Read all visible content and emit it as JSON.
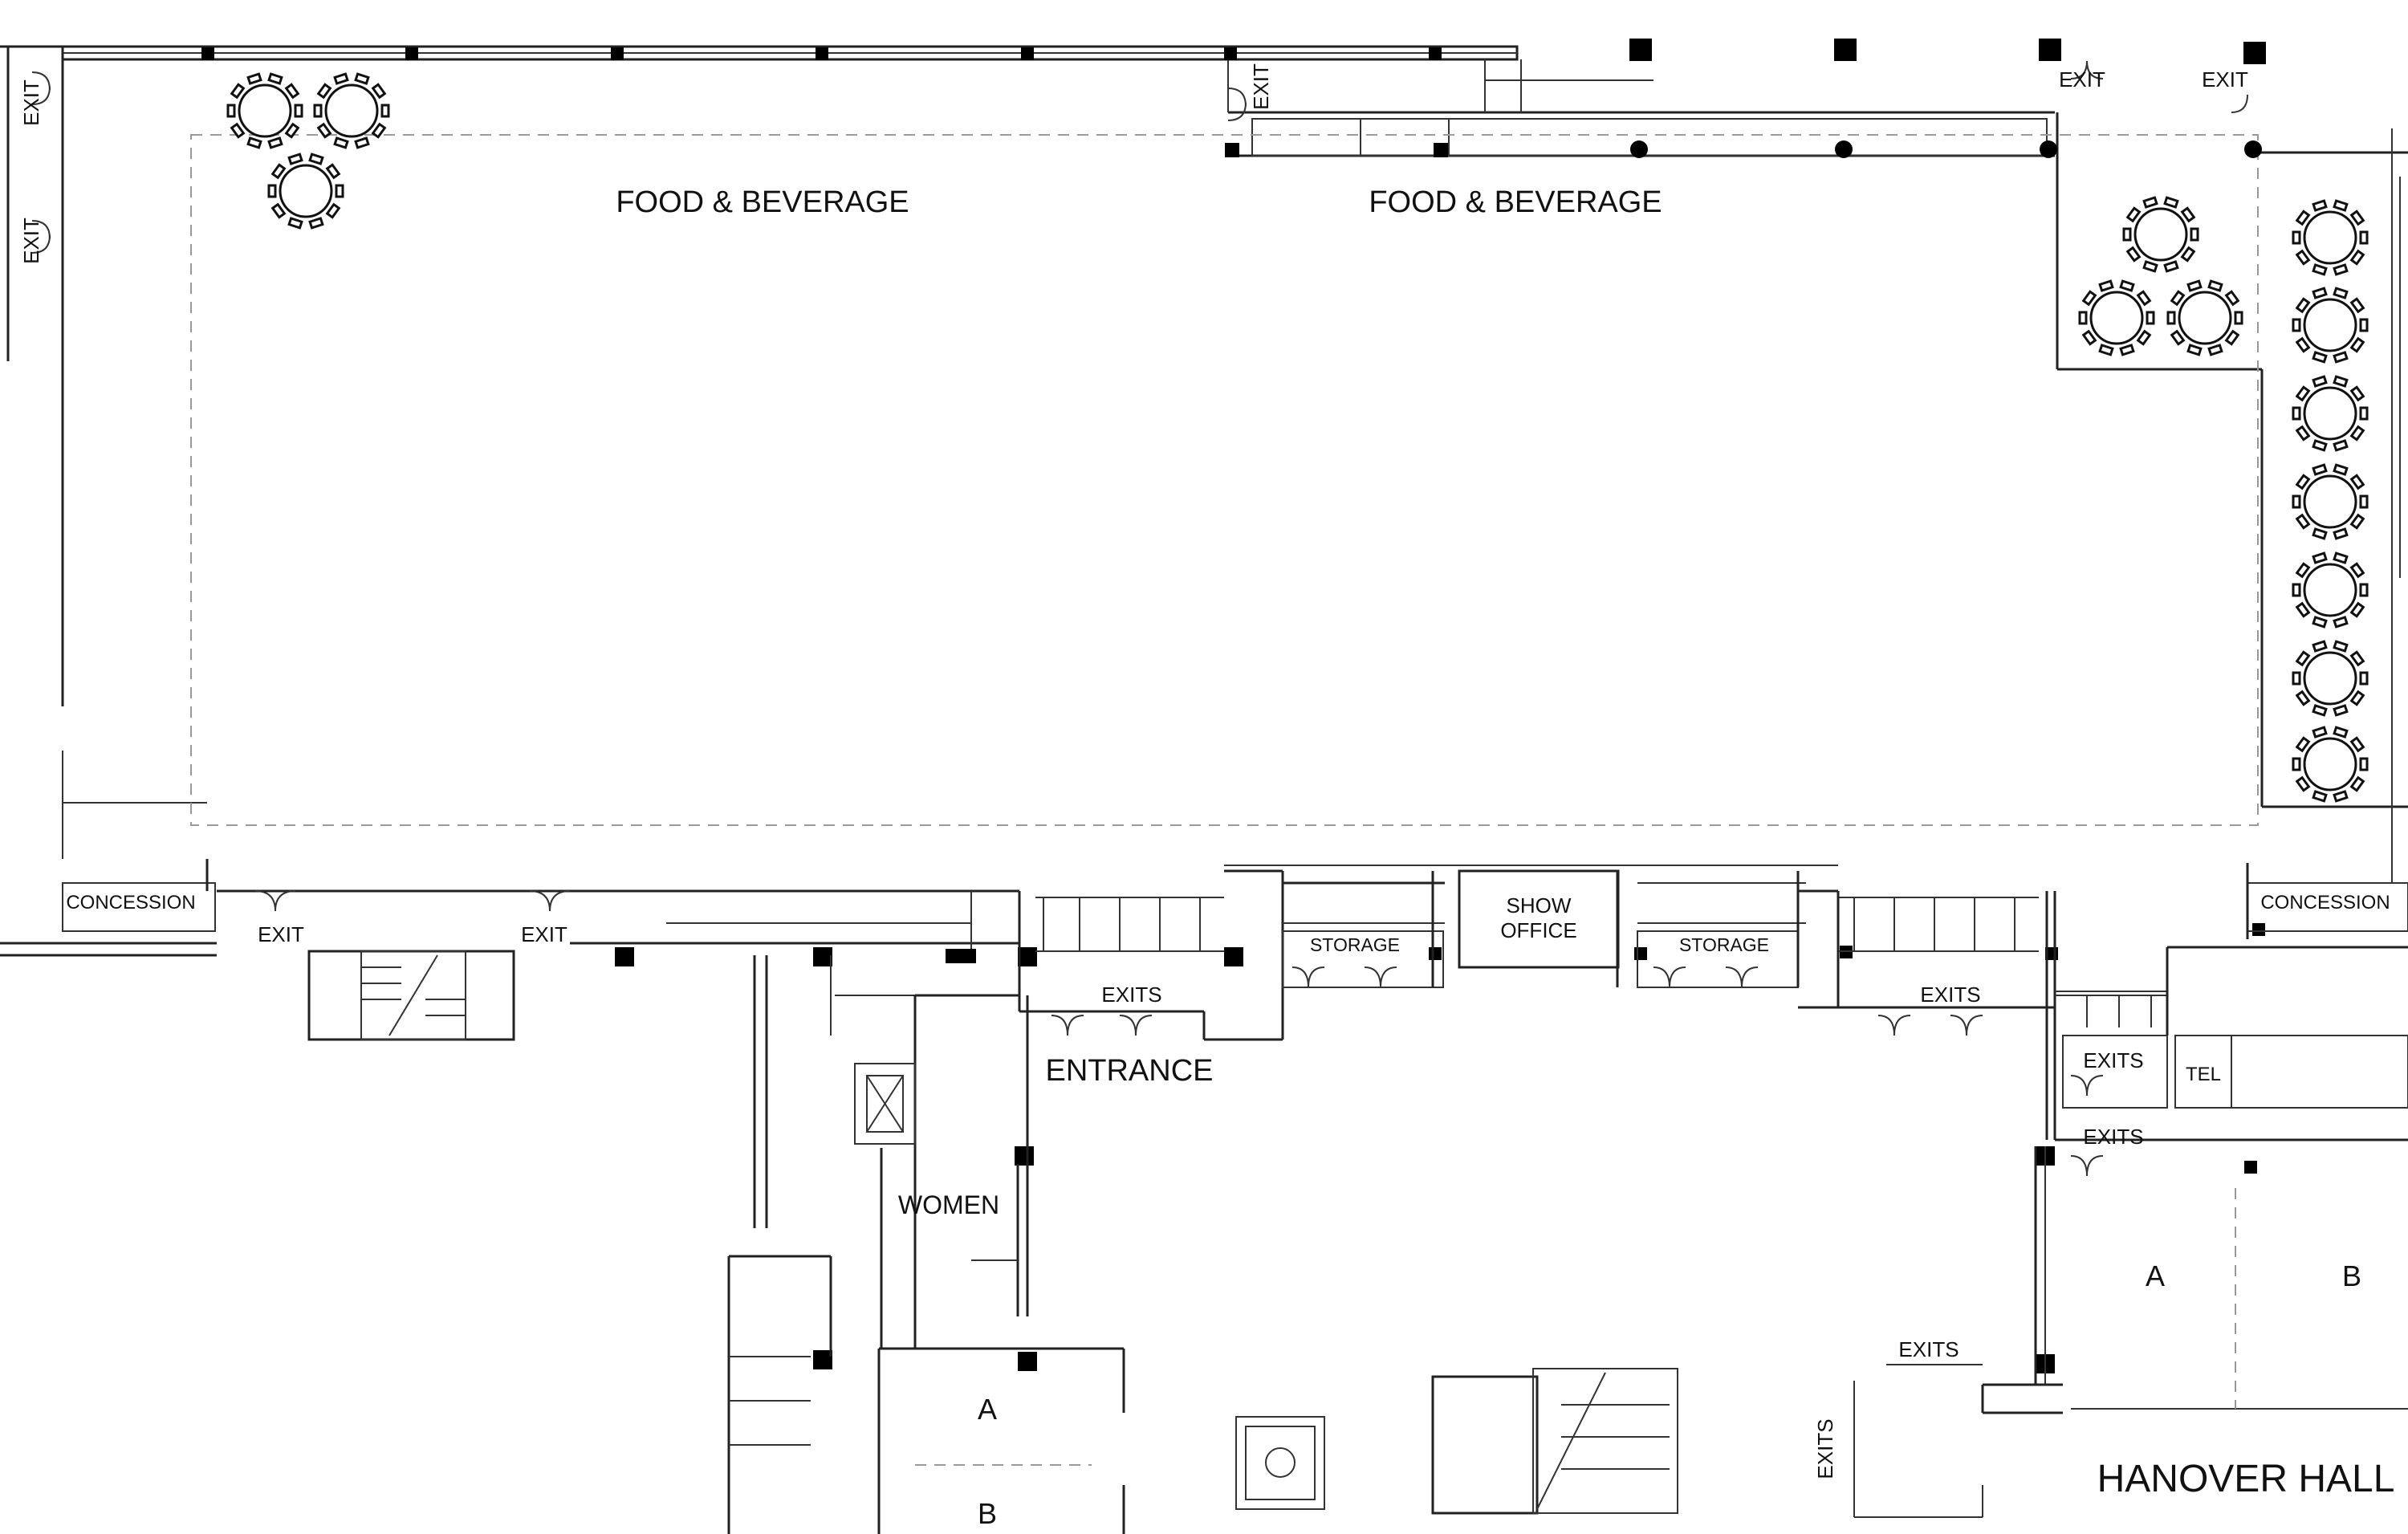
{
  "floorplan": {
    "rooms": {
      "food_bev_west": "FOOD & BEVERAGE",
      "food_bev_east": "FOOD & BEVERAGE",
      "concession_west": "CONCESSION",
      "concession_east": "CONCESSION",
      "show_office_line1": "SHOW",
      "show_office_line2": "OFFICE",
      "storage_west": "STORAGE",
      "storage_east": "STORAGE",
      "entrance": "ENTRANCE",
      "women": "WOMEN",
      "tel": "TEL",
      "section_a_south": "A",
      "section_b_south": "B",
      "section_a_east": "A",
      "section_b_east": "B",
      "hanover_hall": "HANOVER HALL"
    },
    "exits": {
      "exit_top_1": "EXIT",
      "exit_top_2": "EXIT",
      "exit_top_3": "EXIT",
      "exit_west_1": "EXIT",
      "exit_west_2": "EXIT",
      "exit_south_1": "EXIT",
      "exit_south_2": "EXIT",
      "exits_1": "EXITS",
      "exits_2": "EXITS",
      "exits_3": "EXITS",
      "exits_4": "EXITS",
      "exits_5": "EXITS",
      "exits_6": "EXITS"
    }
  }
}
